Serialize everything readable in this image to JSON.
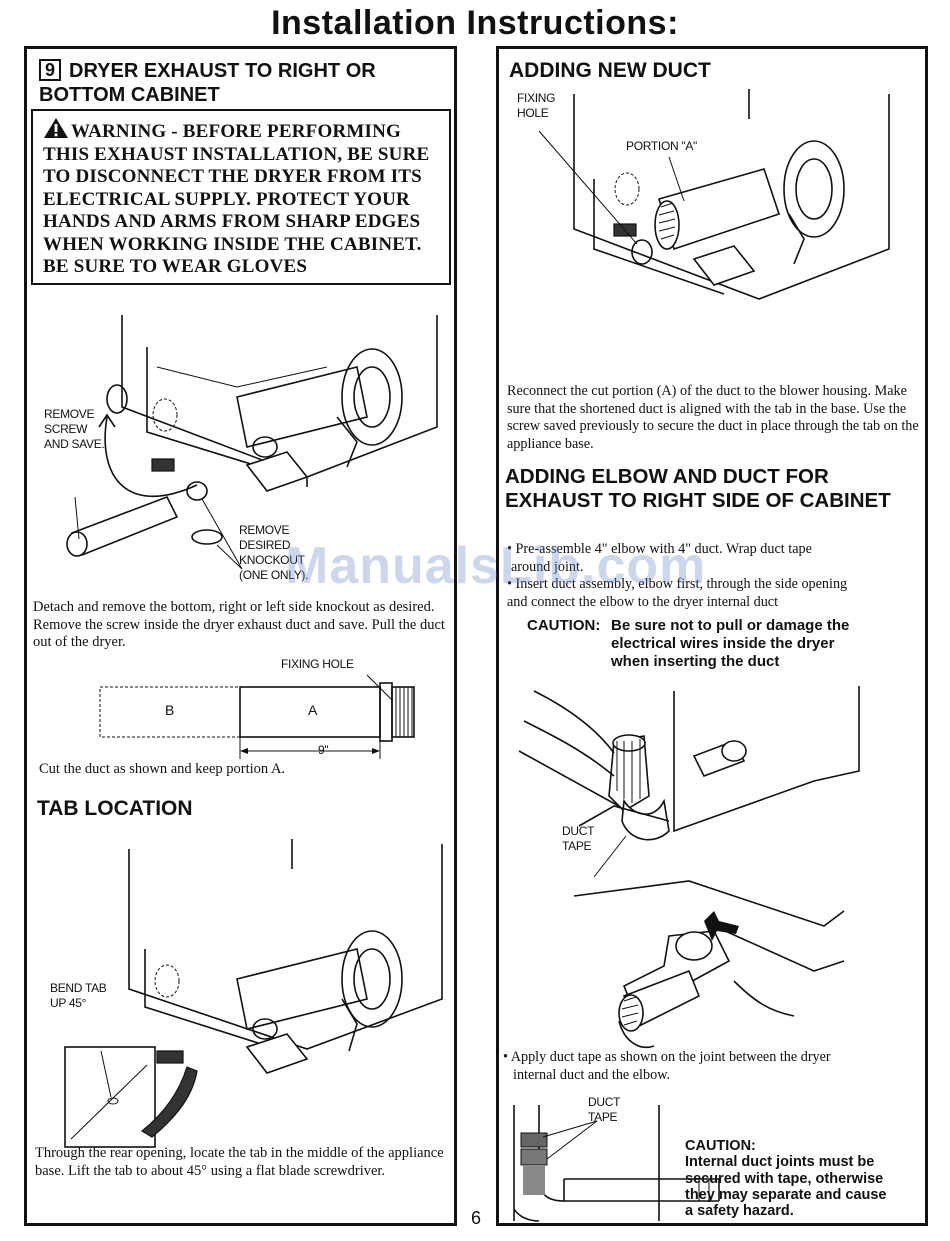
{
  "page_title": "Installation Instructions:",
  "page_number": "6",
  "watermark": "ManualsLib.com",
  "left": {
    "step_number": "9",
    "step_title": "DRYER EXHAUST TO RIGHT OR BOTTOM CABINET",
    "warning_lines": [
      "WARNING - BEFORE PERFORMING",
      "THIS EXHAUST INSTALLATION, BE SURE",
      "TO DISCONNECT THE DRYER FROM ITS",
      "ELECTRICAL SUPPLY. PROTECT YOUR",
      "HANDS AND ARMS FROM SHARP EDGES",
      "WHEN WORKING INSIDE THE CABINET.",
      "BE SURE TO WEAR GLOVES"
    ],
    "fig1_labels": {
      "remove_screw": [
        "REMOVE",
        "SCREW",
        "AND SAVE."
      ],
      "remove_knockout": [
        "REMOVE",
        "DESIRED",
        "KNOCKOUT",
        "(ONE ONLY)."
      ]
    },
    "fig1_caption": "Detach and remove the bottom, right or left side knockout as desired. Remove the screw inside the dryer exhaust duct and save. Pull the duct out of the dryer.",
    "duct_figure": {
      "fixing_hole": "FIXING HOLE",
      "portion_b": "B",
      "portion_a": "A",
      "dimension": "9\""
    },
    "duct_caption": "Cut the duct as shown and keep portion A.",
    "tab_heading": "TAB LOCATION",
    "tab_label": [
      "BEND TAB",
      "UP 45°"
    ],
    "tab_caption": "Through the rear opening, locate the tab in the middle of the appliance base. Lift the tab to about 45° using a flat blade screwdriver."
  },
  "right": {
    "new_duct_heading": "ADDING NEW DUCT",
    "fig_labels": {
      "fixing_hole": [
        "FIXING",
        "HOLE"
      ],
      "portion_a": "PORTION \"A\""
    },
    "reconnect_caption": "Reconnect the cut portion (A) of the duct to the blower housing. Make sure that the shortened duct is aligned with the tab in the base. Use the screw saved previously to secure the duct in place through the tab on the appliance base.",
    "elbow_heading_lines": [
      "ADDING ELBOW AND DUCT FOR",
      "EXHAUST TO RIGHT SIDE OF CABINET"
    ],
    "bullet1_lines": [
      "• Pre-assemble 4\" elbow with 4\" duct.  Wrap duct tape",
      "around joint.",
      "• Insert duct assembly, elbow first, through the side opening",
      "and connect the elbow to the dryer internal duct"
    ],
    "caution1_label": "CAUTION:",
    "caution1_lines": [
      "Be sure not to pull or damage the",
      "electrical wires inside the dryer",
      "when inserting the duct"
    ],
    "duct_tape_label": [
      "DUCT",
      "TAPE"
    ],
    "bullet2_lines": [
      "• Apply duct tape as shown on the joint between the dryer",
      "internal duct and the elbow."
    ],
    "duct_tape_label2": [
      "DUCT",
      "TAPE"
    ],
    "caution2_lines": [
      "CAUTION:",
      "Internal duct joints must be",
      "secured with tape, otherwise",
      "they may separate and cause",
      "a safety hazard."
    ]
  }
}
